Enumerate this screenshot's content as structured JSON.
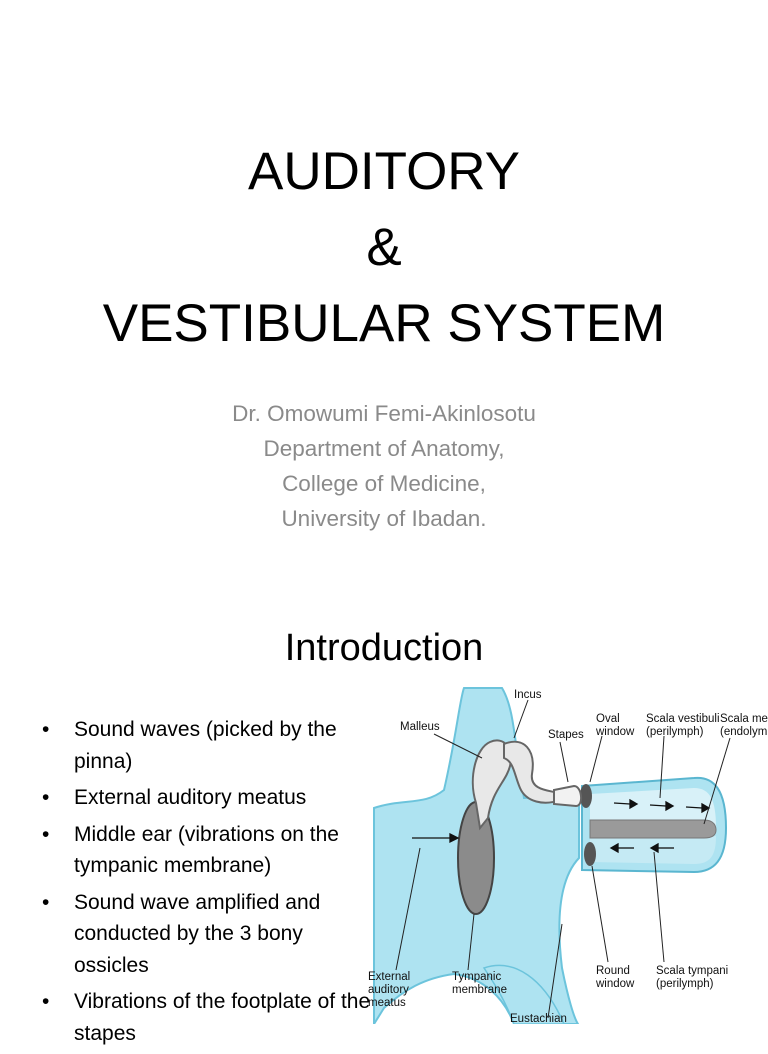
{
  "slide1": {
    "title_lines": [
      "AUDITORY",
      "&",
      "VESTIBULAR SYSTEM"
    ],
    "subtitle_lines": [
      "Dr. Omowumi Femi-Akinlosotu",
      "Department of Anatomy,",
      "College of Medicine,",
      "University of Ibadan."
    ]
  },
  "slide2": {
    "title": "Introduction",
    "bullets": [
      "Sound waves (picked by the pinna)",
      "External auditory meatus",
      "Middle ear (vibrations on the tympanic membrane)",
      "Sound wave amplified and conducted by the 3 bony ossicles",
      "Vibrations of the footplate of the stapes"
    ],
    "diagram_labels": {
      "incus": "Incus",
      "malleus": "Malleus",
      "stapes": "Stapes",
      "oval_window_1": "Oval",
      "oval_window_2": "window",
      "scala_vestibuli_1": "Scala vestibuli",
      "scala_vestibuli_2": "(perilymph)",
      "scala_media_1": "Scala media",
      "scala_media_2": "(endolymph)",
      "round_window_1": "Round",
      "round_window_2": "window",
      "scala_tympani_1": "Scala tympani",
      "scala_tympani_2": "(perilymph)",
      "external_1": "External",
      "external_2": "auditory",
      "external_3": "meatus",
      "tympanic_1": "Tympanic",
      "tympanic_2": "membrane",
      "eustachian": "Eustachian"
    }
  }
}
